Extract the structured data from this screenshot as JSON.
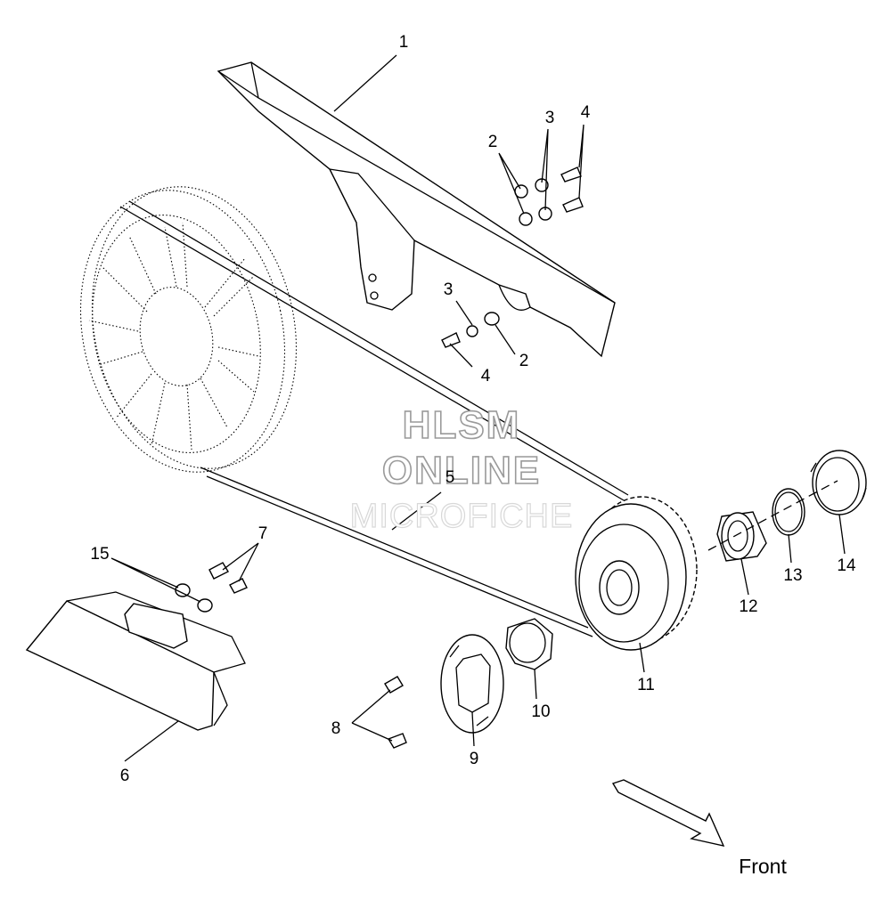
{
  "diagram": {
    "callouts": [
      {
        "id": "c1",
        "text": "1"
      },
      {
        "id": "c2a",
        "text": "2"
      },
      {
        "id": "c3a",
        "text": "3"
      },
      {
        "id": "c4a",
        "text": "4"
      },
      {
        "id": "c3b",
        "text": "3"
      },
      {
        "id": "c4b",
        "text": "4"
      },
      {
        "id": "c2b",
        "text": "2"
      },
      {
        "id": "c5",
        "text": "5"
      },
      {
        "id": "c7",
        "text": "7"
      },
      {
        "id": "c15",
        "text": "15"
      },
      {
        "id": "c6",
        "text": "6"
      },
      {
        "id": "c8",
        "text": "8"
      },
      {
        "id": "c9",
        "text": "9"
      },
      {
        "id": "c10",
        "text": "10"
      },
      {
        "id": "c11",
        "text": "11"
      },
      {
        "id": "c12",
        "text": "12"
      },
      {
        "id": "c13",
        "text": "13"
      },
      {
        "id": "c14",
        "text": "14"
      }
    ],
    "direction_label": "Front",
    "watermark": {
      "line1": "HLSM",
      "line2": "ONLINE",
      "line3": "MICROFICHE"
    }
  }
}
